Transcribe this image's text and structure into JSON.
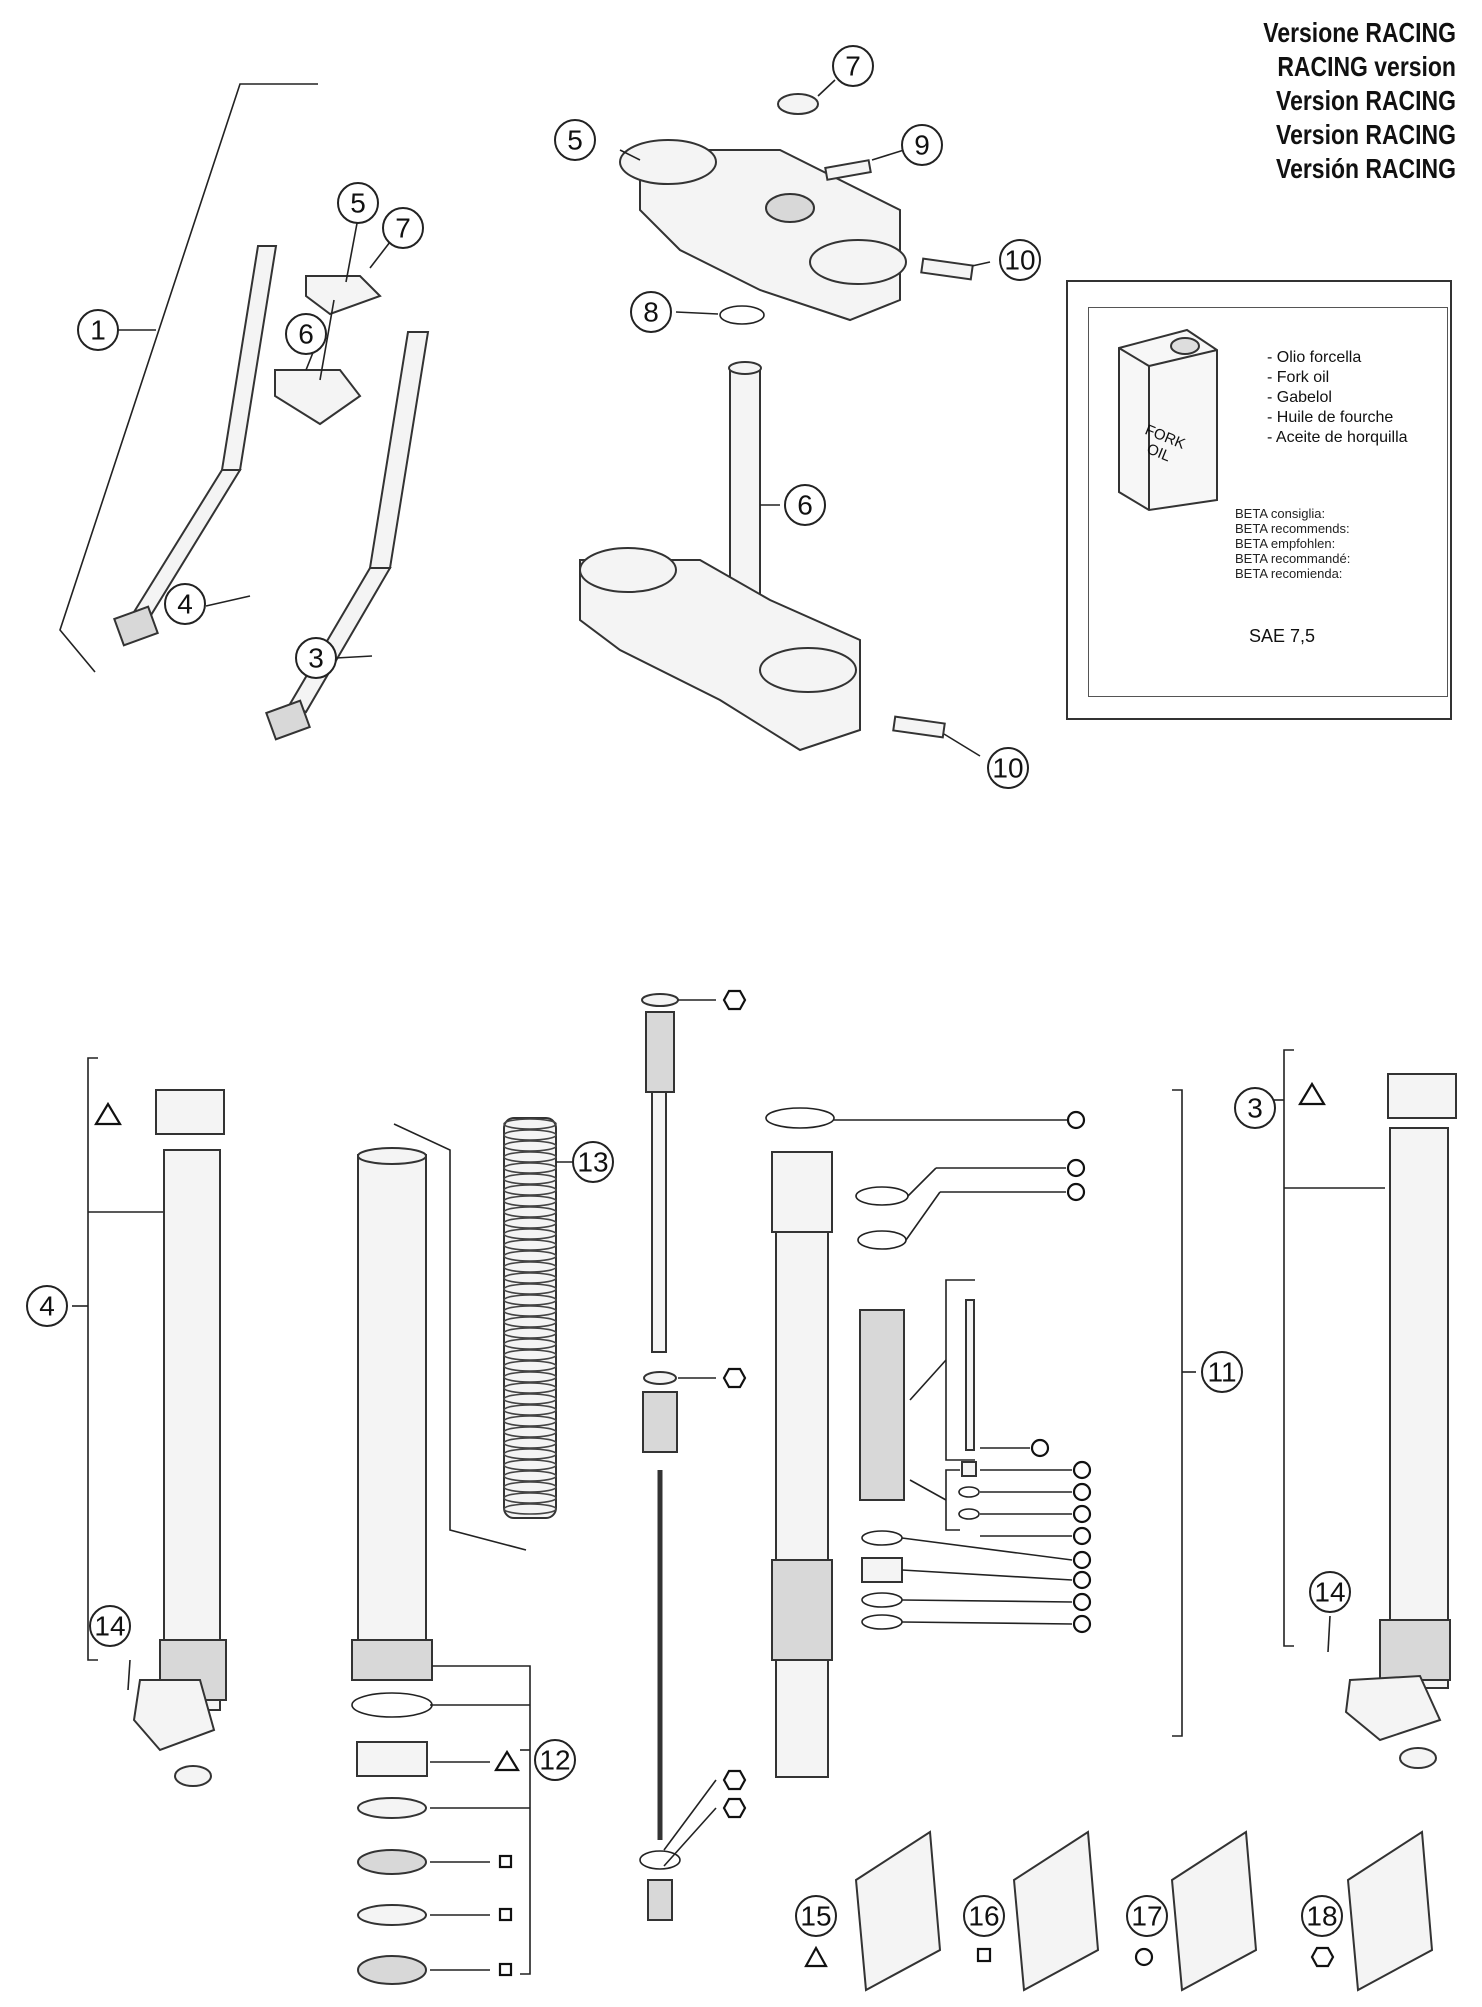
{
  "title_lines": [
    "Versione RACING",
    "RACING version",
    "Version RACING",
    "Version RACING",
    "Versión RACING"
  ],
  "oil_box": {
    "can_label": "FORK\nOIL",
    "names": [
      "- Olio forcella",
      "- Fork oil",
      "- Gabelol",
      "- Huile de fourche",
      "- Aceite de horquilla"
    ],
    "recommend": [
      "BETA consiglia:",
      "BETA recommends:",
      "BETA empfohlen:",
      "BETA recommandé:",
      "BETA recomienda:"
    ],
    "spec": "SAE 7,5"
  },
  "callouts": {
    "c1": "1",
    "c3a": "3",
    "c4a": "4",
    "c5a": "5",
    "c7a": "7",
    "c6a": "6",
    "c7b": "7",
    "c5b": "5",
    "c9": "9",
    "c10a": "10",
    "c8": "8",
    "c6b": "6",
    "c10b": "10",
    "c4b": "4",
    "c14a": "14",
    "c13": "13",
    "c12": "12",
    "c11": "11",
    "c3b": "3",
    "c14b": "14",
    "c15": "15",
    "c16": "16",
    "c17": "17",
    "c18": "18"
  },
  "kit_symbols": {
    "k15": "triangle",
    "k16": "square",
    "k17": "circle",
    "k18": "hexagon"
  }
}
